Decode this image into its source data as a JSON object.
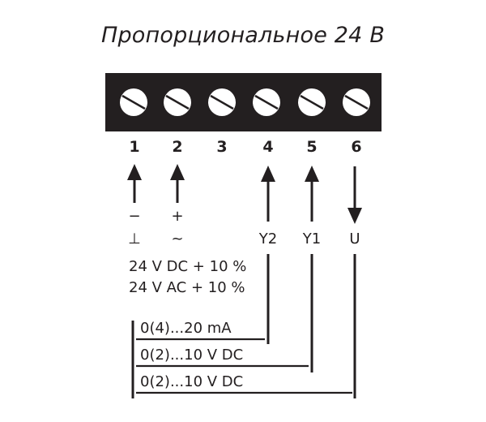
{
  "title": "Пропорциональное 24 В",
  "terminal_block": {
    "terminals": [
      {
        "number": "1",
        "direction": "in",
        "polarity": "−",
        "symbol": "⊥"
      },
      {
        "number": "2",
        "direction": "in",
        "polarity": "+",
        "symbol": "~"
      },
      {
        "number": "3",
        "direction": "none",
        "polarity": "",
        "symbol": ""
      },
      {
        "number": "4",
        "direction": "in",
        "polarity": "",
        "symbol": "Y2"
      },
      {
        "number": "5",
        "direction": "in",
        "polarity": "",
        "symbol": "Y1"
      },
      {
        "number": "6",
        "direction": "out",
        "polarity": "",
        "symbol": "U"
      }
    ]
  },
  "supply": {
    "line1": "24 V DC + 10 %",
    "line2": "24 V AC + 10 %"
  },
  "signals": [
    {
      "label": "0(4)...20 mA",
      "terminal": "Y2"
    },
    {
      "label": "0(2)...10 V DC",
      "terminal": "Y1"
    },
    {
      "label": "0(2)...10 V DC",
      "terminal": "U"
    }
  ],
  "colors": {
    "ink": "#231f20",
    "block": "#231f20",
    "screw": "#ffffff"
  }
}
